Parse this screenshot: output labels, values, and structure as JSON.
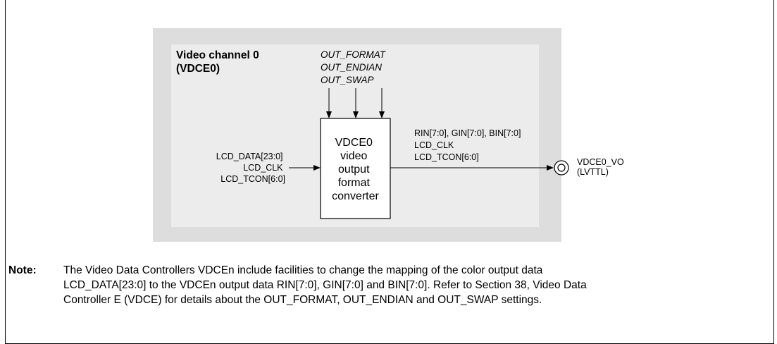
{
  "channel": {
    "title_line1": "Video channel 0",
    "title_line2": "(VDCE0)"
  },
  "settings": [
    "OUT_FORMAT",
    "OUT_ENDIAN",
    "OUT_SWAP"
  ],
  "converter": {
    "lines": [
      "VDCE0",
      "video",
      "output",
      "format",
      "converter"
    ]
  },
  "inputs": [
    "LCD_DATA[23:0]",
    "LCD_CLK",
    "LCD_TCON[6:0]"
  ],
  "outputs": [
    "RIN[7:0], GIN[7:0], BIN[7:0]",
    "LCD_CLK",
    "LCD_TCON[6:0]"
  ],
  "terminal": {
    "name": "VDCE0_VO",
    "type": "(LVTTL)"
  },
  "note": {
    "label": "Note:",
    "lines": [
      "The Video Data Controllers VDCEn include facilities to change the mapping of the color output data",
      "LCD_DATA[23:0] to the VDCEn output data RIN[7:0], GIN[7:0] and BIN[7:0]. Refer to Section 38, Video Data",
      "Controller E (VDCE) for details about the OUT_FORMAT, OUT_ENDIAN and OUT_SWAP settings."
    ]
  },
  "colors": {
    "outer_fill": "#dddddd",
    "inner_fill": "#ececec",
    "line": "#000000"
  }
}
